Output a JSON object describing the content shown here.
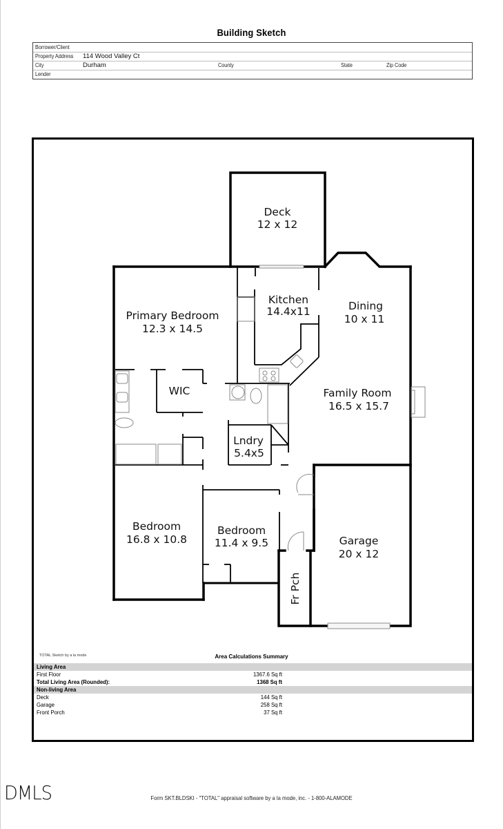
{
  "header": {
    "title": "Building Sketch",
    "fields": {
      "borrower_label": "Borrower/Client",
      "borrower_value": "",
      "address_label": "Property Address",
      "address_value": "114 Wood Valley Ct",
      "city_label": "City",
      "city_value": "Durham",
      "county_label": "County",
      "county_value": "",
      "state_label": "State",
      "state_value": "",
      "zip_label": "Zip Code",
      "zip_value": "",
      "lender_label": "Lender",
      "lender_value": ""
    }
  },
  "floorplan": {
    "rooms": [
      {
        "name": "Deck",
        "dims": "12 x 12"
      },
      {
        "name": "Kitchen",
        "dims": "14.4x11"
      },
      {
        "name": "Dining",
        "dims": "10 x 11"
      },
      {
        "name": "Primary Bedroom",
        "dims": "12.3 x 14.5"
      },
      {
        "name": "WIC",
        "dims": ""
      },
      {
        "name": "Family Room",
        "dims": "16.5 x 15.7"
      },
      {
        "name": "Lndry",
        "dims": "5.4x5"
      },
      {
        "name": "Bedroom",
        "dims": "16.8 x 10.8"
      },
      {
        "name": "Bedroom",
        "dims": "11.4 x 9.5"
      },
      {
        "name": "Garage",
        "dims": "20 x 12"
      },
      {
        "name": "Fr Pch",
        "dims": ""
      }
    ]
  },
  "area_summary": {
    "credit": "TOTAL Sketch by a la mode",
    "title": "Area Calculations Summary",
    "living_header": "Living Area",
    "living_rows": [
      {
        "name": "First Floor",
        "value": "1367.6 Sq ft"
      }
    ],
    "total_row": {
      "name": "Total Living Area (Rounded):",
      "value": "1368 Sq ft"
    },
    "nonliving_header": "Non-living Area",
    "nonliving_rows": [
      {
        "name": "Deck",
        "value": "144 Sq ft"
      },
      {
        "name": "Garage",
        "value": "258 Sq ft"
      },
      {
        "name": "Front Porch",
        "value": "37 Sq ft"
      }
    ]
  },
  "footer": {
    "logo": "DMLS",
    "form_text": "Form SKT.BLDSKI - \"TOTAL\" appraisal software by a la mode, inc. - 1-800-ALAMODE"
  }
}
